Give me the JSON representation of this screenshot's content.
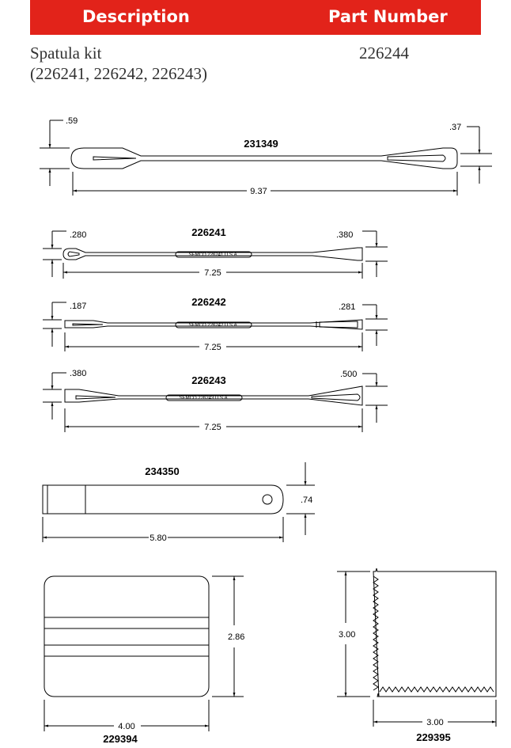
{
  "table": {
    "headers": {
      "description": "Description",
      "part_number": "Part Number"
    },
    "row": {
      "description_line1": "Spatula kit",
      "description_line2": "(226241, 226242, 226243)",
      "part_number": "226244"
    },
    "header_color": "#e2231a"
  },
  "drawings": {
    "spatula_231349": {
      "part": "231349",
      "left_width": ".59",
      "right_width": ".37",
      "length": "9.37"
    },
    "spatula_226241": {
      "part": "226241",
      "left_width": ".280",
      "right_width": ".380",
      "length": "7.25",
      "stamp": "SEMCO 226241 U.S.A."
    },
    "spatula_226242": {
      "part": "226242",
      "left_width": ".187",
      "right_width": ".281",
      "length": "7.25",
      "stamp": "SEMCO 226242 U.S.A."
    },
    "spatula_226243": {
      "part": "226243",
      "left_width": ".380",
      "right_width": ".500",
      "length": "7.25",
      "stamp": "SEMCO 226243 U.S.A."
    },
    "tool_234350": {
      "part": "234350",
      "width": ".74",
      "length": "5.80"
    },
    "squeegee_229394": {
      "part": "229394",
      "height": "2.86",
      "width": "4.00"
    },
    "blade_229395": {
      "part": "229395",
      "height": "3.00",
      "width": "3.00"
    }
  }
}
